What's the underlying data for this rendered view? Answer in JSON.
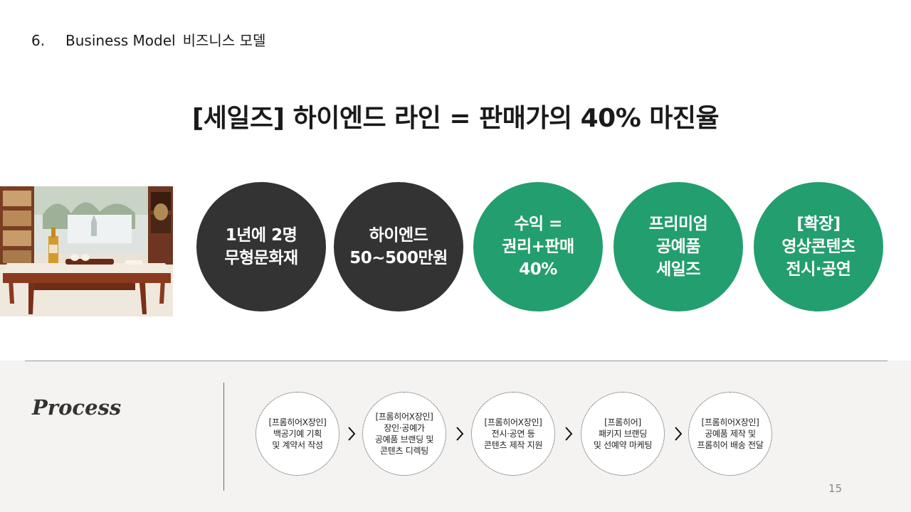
{
  "header": {
    "number": "6.",
    "title_en": "Business Model",
    "title_ko": "비즈니스 모델"
  },
  "headline": "[세일즈] 하이엔드 라인 = 판매가의 40% 마진율",
  "circles": [
    {
      "lines": [
        "1년에 2명",
        "무형문화재"
      ],
      "color": "#333333"
    },
    {
      "lines": [
        "하이엔드",
        "50~500만원"
      ],
      "color": "#333333"
    },
    {
      "lines": [
        "수익 =",
        "권리+판매",
        "40%"
      ],
      "color": "#239e6e"
    },
    {
      "lines": [
        "프리미엄",
        "공예품",
        "세일즈"
      ],
      "color": "#239e6e"
    },
    {
      "lines": [
        "[확장]",
        "영상콘텐츠",
        "전시·공연"
      ],
      "color": "#239e6e"
    }
  ],
  "process": {
    "title": "Process",
    "steps": [
      {
        "lines": [
          "[프롬히어X장인]",
          "백공기예 기획",
          "및 계약서 작성"
        ]
      },
      {
        "lines": [
          "[프롬히어X장인]",
          "장인·공예가",
          "공예품 브랜딩 및",
          "콘텐츠 디렉팅"
        ]
      },
      {
        "lines": [
          "[프롬히어X장인]",
          "전시·공연 등",
          "콘텐츠 제작 지원"
        ]
      },
      {
        "lines": [
          "[프롬히어]",
          "패키지 브랜딩",
          "및 선예약 마케팅"
        ]
      },
      {
        "lines": [
          "[프롬히어X장인]",
          "공예품 제작 및",
          "프롬히어 배송 전달"
        ]
      }
    ]
  },
  "page_number": "15",
  "photo": {
    "icon": "traditional-table-with-bottle-photo"
  }
}
